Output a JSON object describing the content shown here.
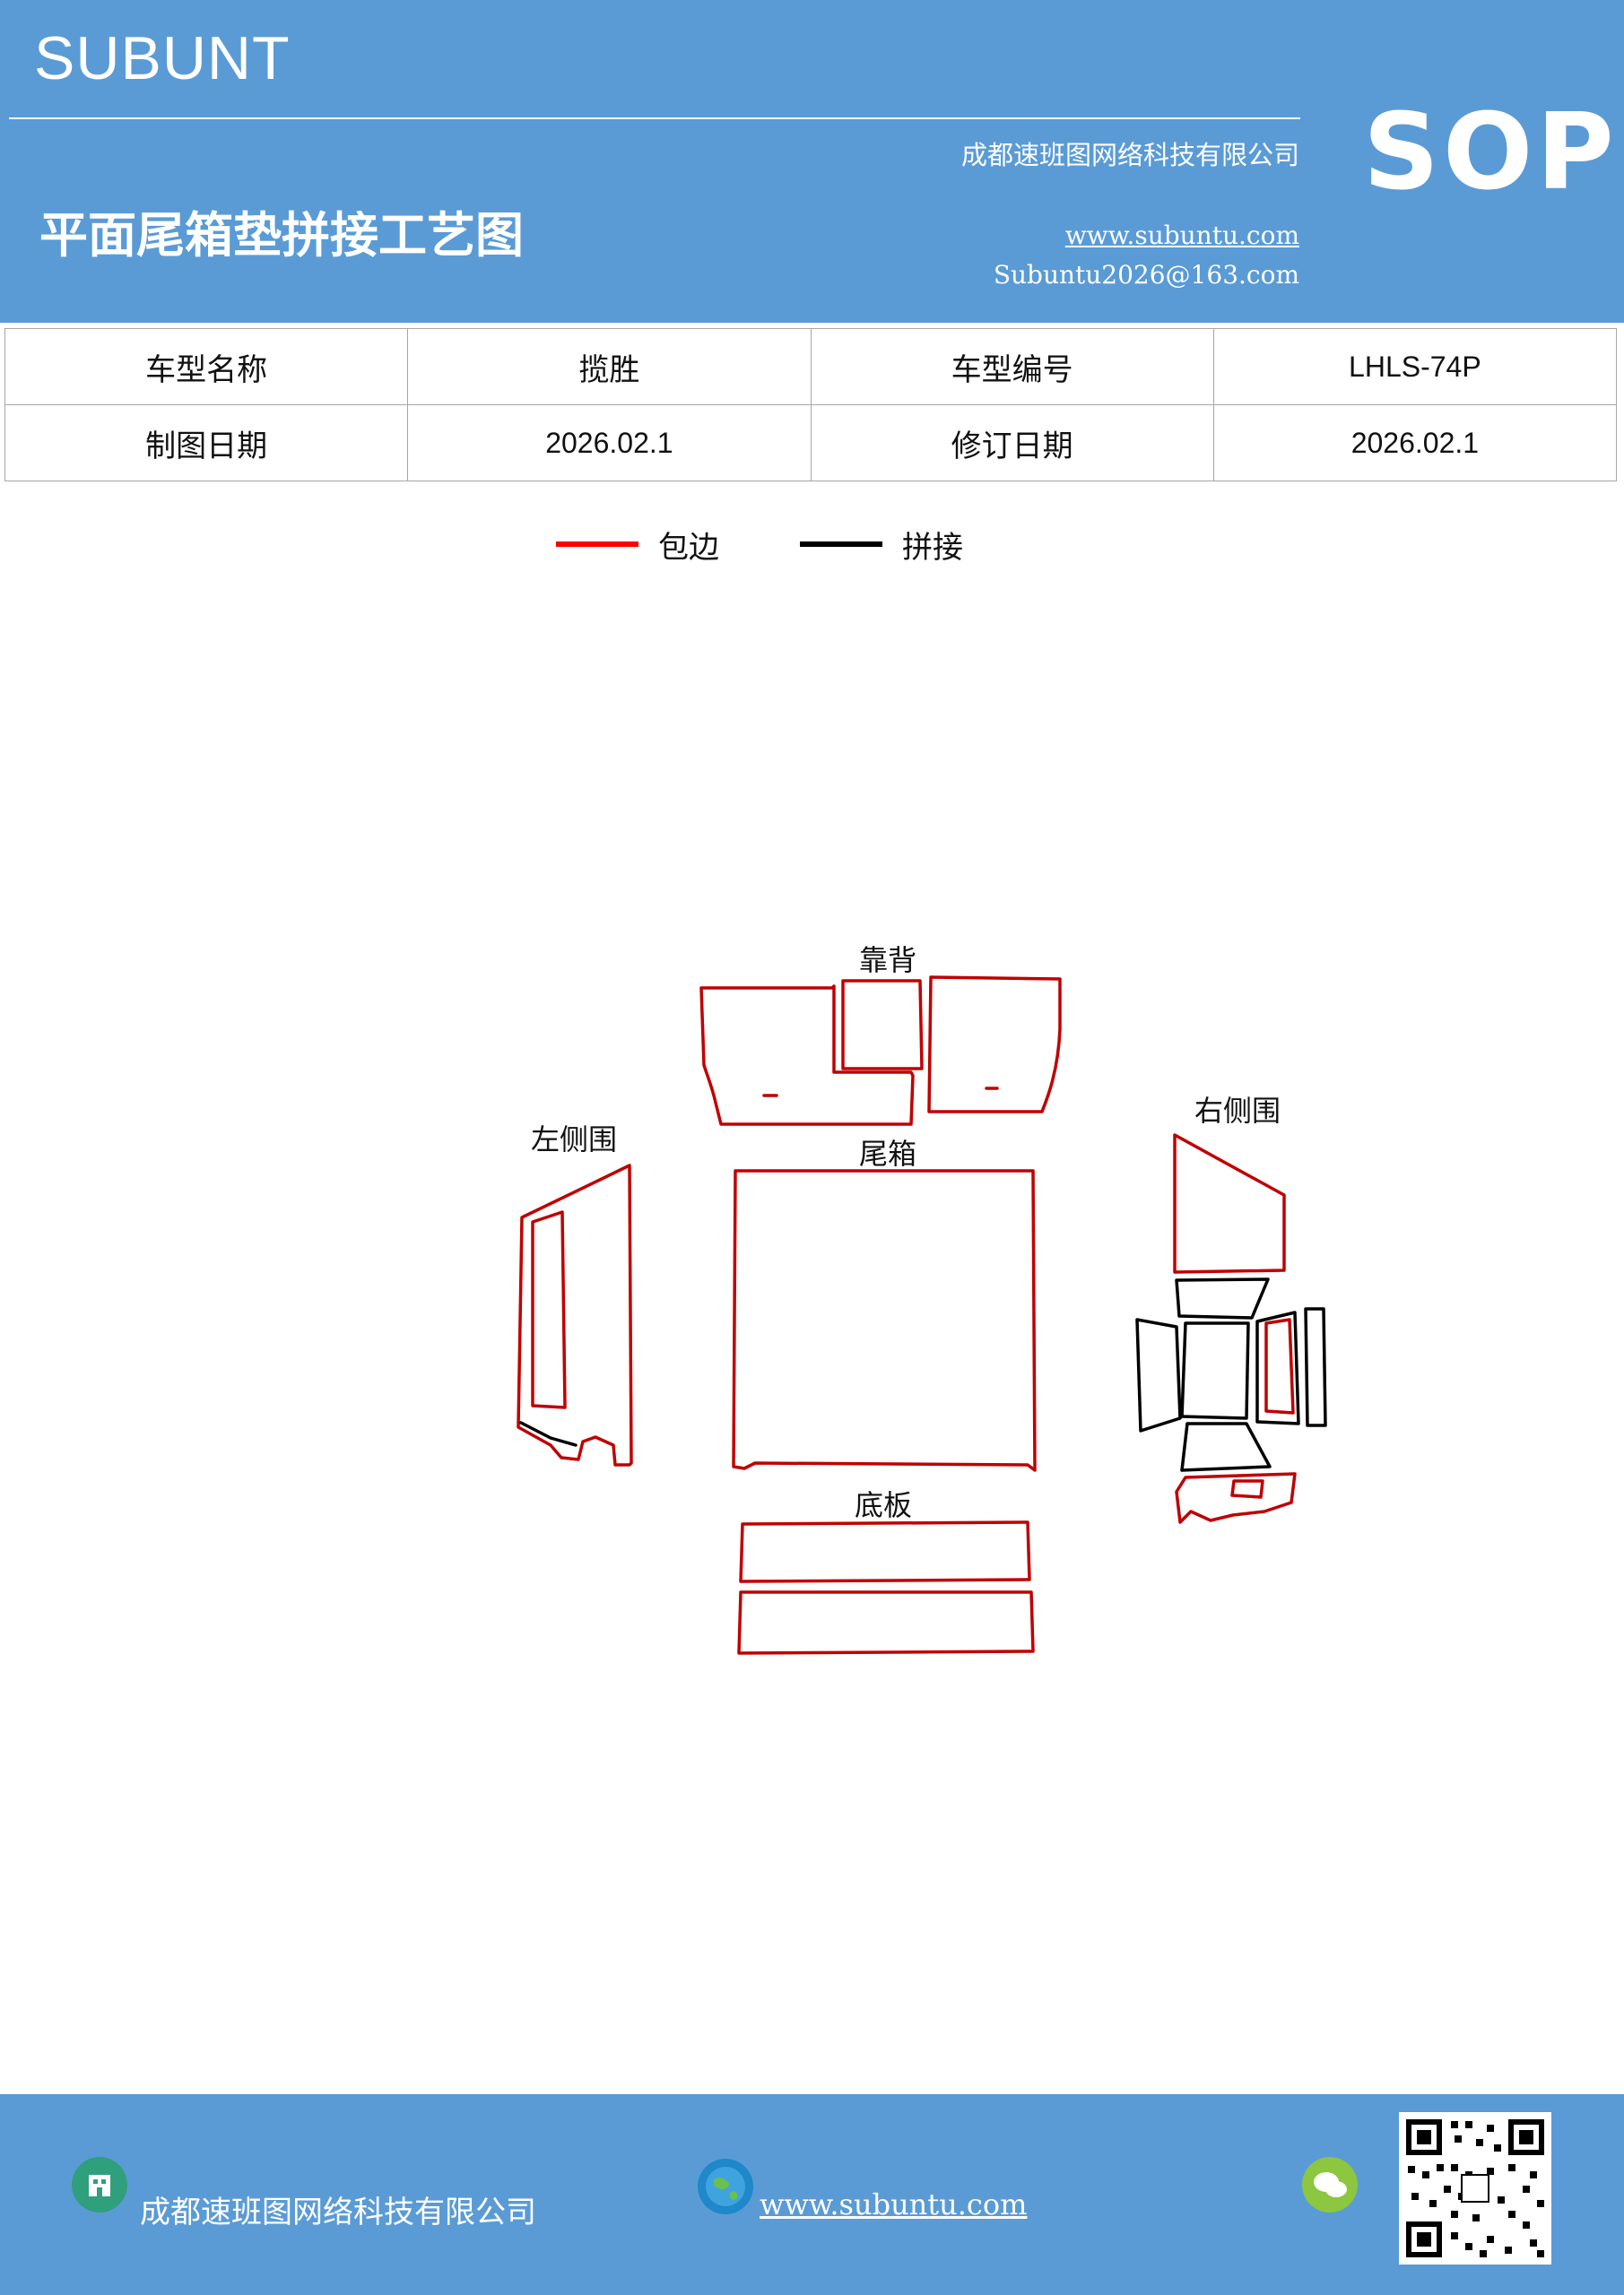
{
  "header": {
    "brand": "SUBUNT",
    "badge": "SOP",
    "company": "成都速班图网络科技有限公司",
    "title": "平面尾箱垫拼接工艺图",
    "website": "www.subuntu.com",
    "email": "Subuntu2026@163.com"
  },
  "info_table": {
    "rows": [
      [
        {
          "label": "车型名称",
          "value": "揽胜"
        },
        {
          "label": "车型编号",
          "value": "LHLS-74P"
        }
      ],
      [
        {
          "label": "制图日期",
          "value": "2026.02.1"
        },
        {
          "label": "修订日期",
          "value": "2026.02.1"
        }
      ]
    ]
  },
  "legend": {
    "items": [
      {
        "label": "包边",
        "color": "#ff0000"
      },
      {
        "label": "拼接",
        "color": "#000000"
      }
    ]
  },
  "diagram": {
    "labels": {
      "backrest": "靠背",
      "left_side": "左侧围",
      "trunk": "尾箱",
      "right_side": "右侧围",
      "floor": "底板"
    },
    "colors": {
      "edge": "#c00000",
      "seam": "#000000"
    }
  },
  "footer": {
    "company": "成都速班图网络科技有限公司",
    "website": "www.subuntu.com",
    "colors": {
      "bg": "#5a9bd6"
    }
  }
}
